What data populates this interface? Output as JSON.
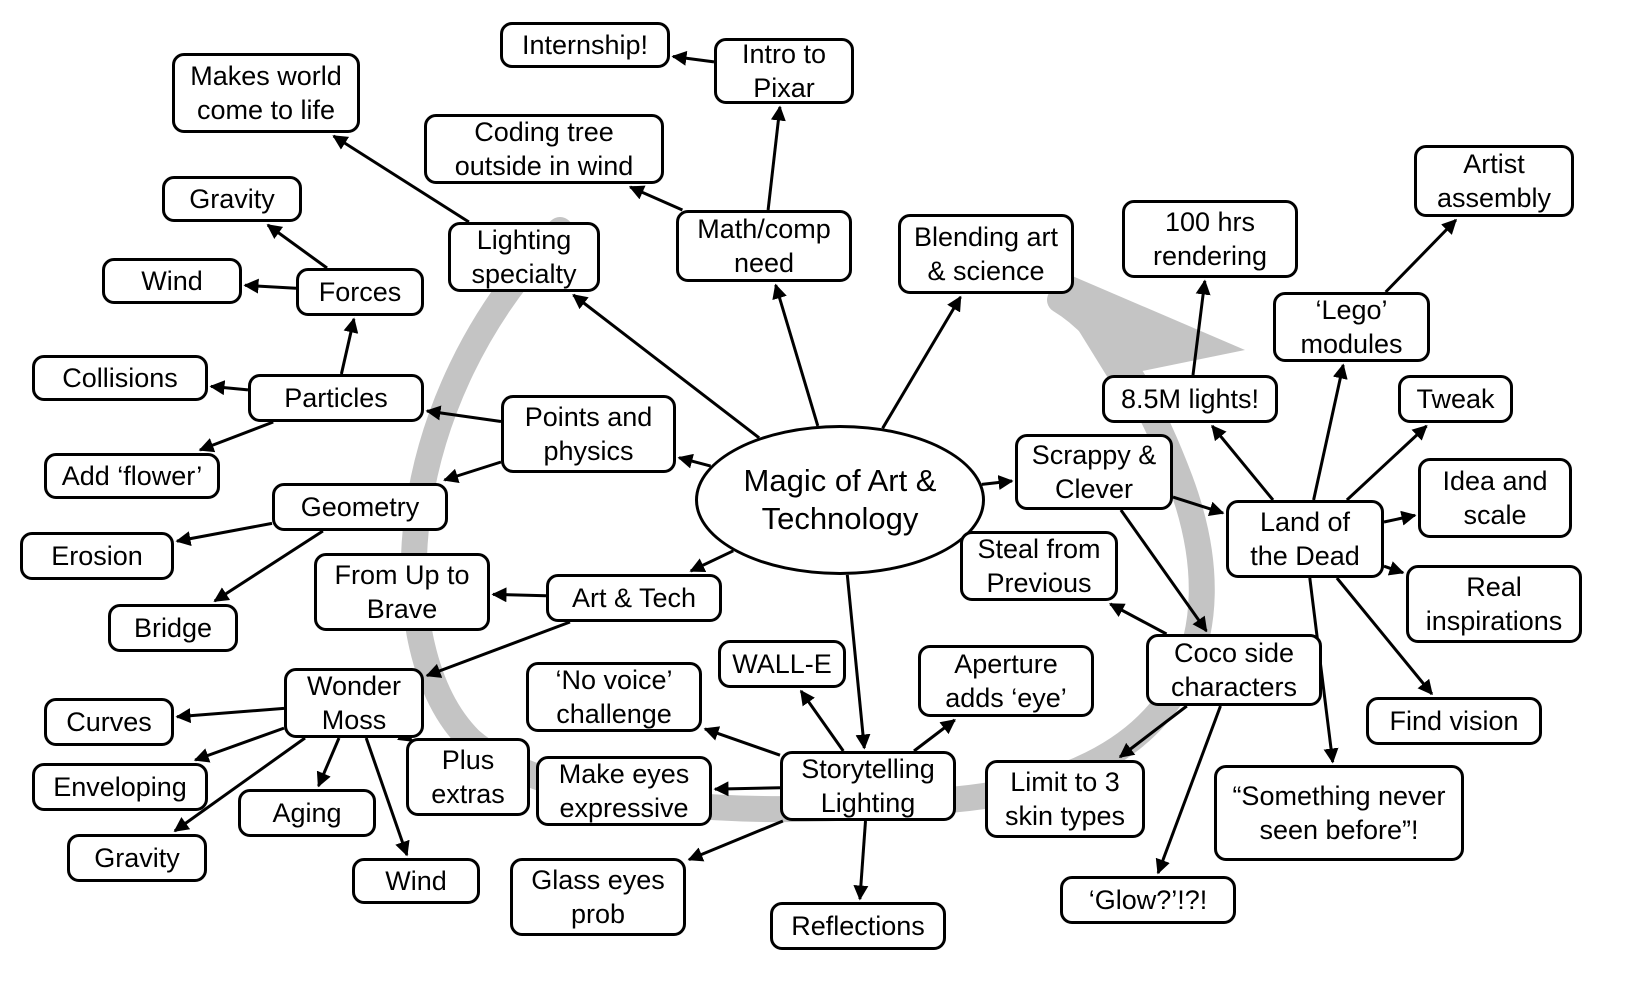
{
  "center": {
    "id": "center",
    "label": "Magic of Art &\nTechnology"
  },
  "nodes": [
    {
      "id": "internship",
      "label": "Internship!"
    },
    {
      "id": "intro_pixar",
      "label": "Intro to\nPixar"
    },
    {
      "id": "makes_world",
      "label": "Makes world\ncome to life"
    },
    {
      "id": "coding_tree",
      "label": "Coding tree\noutside in wind"
    },
    {
      "id": "gravity_top",
      "label": "Gravity"
    },
    {
      "id": "lighting_specialty",
      "label": "Lighting\nspecialty"
    },
    {
      "id": "math_comp",
      "label": "Math/comp\nneed"
    },
    {
      "id": "blending",
      "label": "Blending art\n& science"
    },
    {
      "id": "hrs_rendering",
      "label": "100 hrs\nrendering"
    },
    {
      "id": "artist_assembly",
      "label": "Artist\nassembly"
    },
    {
      "id": "wind_top",
      "label": "Wind"
    },
    {
      "id": "forces",
      "label": "Forces"
    },
    {
      "id": "lego",
      "label": "‘Lego’\nmodules"
    },
    {
      "id": "collisions",
      "label": "Collisions"
    },
    {
      "id": "particles",
      "label": "Particles"
    },
    {
      "id": "lights",
      "label": "8.5M lights!"
    },
    {
      "id": "tweak",
      "label": "Tweak"
    },
    {
      "id": "points_physics",
      "label": "Points and\nphysics"
    },
    {
      "id": "scrappy",
      "label": "Scrappy &\nClever"
    },
    {
      "id": "add_flower",
      "label": "Add ‘flower’"
    },
    {
      "id": "idea_scale",
      "label": "Idea and\nscale"
    },
    {
      "id": "geometry",
      "label": "Geometry"
    },
    {
      "id": "land_dead",
      "label": "Land of\nthe Dead"
    },
    {
      "id": "erosion",
      "label": "Erosion"
    },
    {
      "id": "steal",
      "label": "Steal from\nPrevious"
    },
    {
      "id": "real_insp",
      "label": "Real\ninspirations"
    },
    {
      "id": "up_brave",
      "label": "From Up to\nBrave"
    },
    {
      "id": "art_tech",
      "label": "Art & Tech"
    },
    {
      "id": "bridge",
      "label": "Bridge"
    },
    {
      "id": "walle",
      "label": "WALL-E"
    },
    {
      "id": "aperture",
      "label": "Aperture\nadds ‘eye’"
    },
    {
      "id": "coco",
      "label": "Coco side\ncharacters"
    },
    {
      "id": "no_voice",
      "label": "‘No voice’\nchallenge"
    },
    {
      "id": "wonder_moss",
      "label": "Wonder\nMoss"
    },
    {
      "id": "find_vision",
      "label": "Find vision"
    },
    {
      "id": "curves",
      "label": "Curves"
    },
    {
      "id": "plus_extras",
      "label": "Plus\nextras"
    },
    {
      "id": "make_eyes",
      "label": "Make eyes\nexpressive"
    },
    {
      "id": "storytelling",
      "label": "Storytelling\nLighting"
    },
    {
      "id": "limit_skin",
      "label": "Limit to 3\nskin types"
    },
    {
      "id": "something_never",
      "label": "“Something never\nseen before”!"
    },
    {
      "id": "enveloping",
      "label": "Enveloping"
    },
    {
      "id": "aging",
      "label": "Aging"
    },
    {
      "id": "gravity_bottom",
      "label": "Gravity"
    },
    {
      "id": "glass_eyes",
      "label": "Glass eyes\nprob"
    },
    {
      "id": "wind_bottom",
      "label": "Wind"
    },
    {
      "id": "glow",
      "label": "‘Glow?’!?!"
    },
    {
      "id": "reflections",
      "label": "Reflections"
    }
  ],
  "edges": [
    [
      "center",
      "math_comp"
    ],
    [
      "center",
      "blending"
    ],
    [
      "center",
      "lighting_specialty"
    ],
    [
      "center",
      "points_physics"
    ],
    [
      "center",
      "scrappy"
    ],
    [
      "center",
      "art_tech"
    ],
    [
      "center",
      "storytelling"
    ],
    [
      "math_comp",
      "intro_pixar"
    ],
    [
      "math_comp",
      "coding_tree"
    ],
    [
      "intro_pixar",
      "internship"
    ],
    [
      "lighting_specialty",
      "makes_world"
    ],
    [
      "points_physics",
      "particles"
    ],
    [
      "points_physics",
      "geometry"
    ],
    [
      "particles",
      "forces"
    ],
    [
      "particles",
      "collisions"
    ],
    [
      "particles",
      "add_flower"
    ],
    [
      "forces",
      "gravity_top"
    ],
    [
      "forces",
      "wind_top"
    ],
    [
      "geometry",
      "erosion"
    ],
    [
      "geometry",
      "bridge"
    ],
    [
      "art_tech",
      "up_brave"
    ],
    [
      "art_tech",
      "wonder_moss"
    ],
    [
      "wonder_moss",
      "curves"
    ],
    [
      "wonder_moss",
      "enveloping"
    ],
    [
      "wonder_moss",
      "gravity_bottom"
    ],
    [
      "wonder_moss",
      "aging"
    ],
    [
      "wonder_moss",
      "wind_bottom"
    ],
    [
      "plus_extras",
      "wonder_moss"
    ],
    [
      "scrappy",
      "land_dead"
    ],
    [
      "scrappy",
      "coco"
    ],
    [
      "land_dead",
      "lights"
    ],
    [
      "land_dead",
      "lego"
    ],
    [
      "land_dead",
      "tweak"
    ],
    [
      "land_dead",
      "idea_scale"
    ],
    [
      "land_dead",
      "real_insp"
    ],
    [
      "land_dead",
      "find_vision"
    ],
    [
      "land_dead",
      "something_never"
    ],
    [
      "lights",
      "hrs_rendering"
    ],
    [
      "lego",
      "artist_assembly"
    ],
    [
      "coco",
      "steal"
    ],
    [
      "coco",
      "limit_skin"
    ],
    [
      "coco",
      "glow"
    ],
    [
      "storytelling",
      "walle"
    ],
    [
      "storytelling",
      "aperture"
    ],
    [
      "storytelling",
      "no_voice"
    ],
    [
      "storytelling",
      "make_eyes"
    ],
    [
      "storytelling",
      "glass_eyes"
    ],
    [
      "storytelling",
      "reflections"
    ]
  ]
}
